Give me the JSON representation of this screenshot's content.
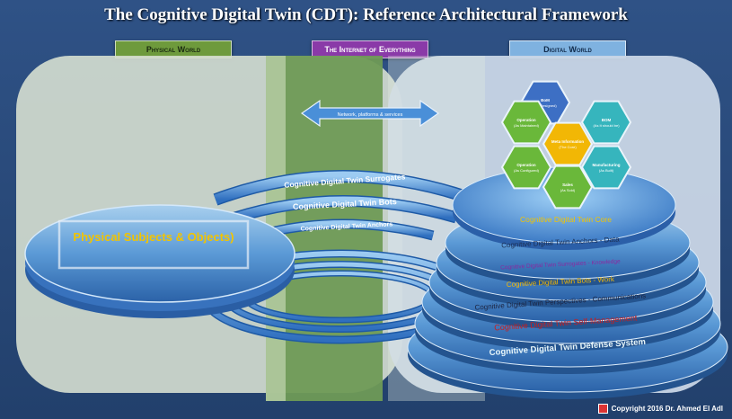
{
  "title": "The Cognitive Digital Twin (CDT): Reference Architectural Framework",
  "tabs": {
    "physical": "Physical World",
    "internet": "The Internet of Everything",
    "digital": "Digital World"
  },
  "colors": {
    "physical_tab": "#6e9a3c",
    "internet_tab": "#8a3aa8",
    "digital_tab": "#7fb2e0",
    "background": "#2b4a7a",
    "hex_blue": "#3d6fc4",
    "hex_teal": "#36b5bd",
    "hex_green": "#6ab83a",
    "hex_yellow": "#f2b705"
  },
  "network_label": "Network, platforms & services",
  "physical_subjects": "Physical Subjects & Objects)",
  "rings": {
    "surrogates": "Cognitive Digital Twin Surrogates",
    "bots": "Cognitive Digital Twin Bots",
    "anchors": "Cognitive Digital Twin Anchors"
  },
  "hexagons": {
    "top": {
      "title": "BoM",
      "sub": "(As Designed)"
    },
    "top_right": {
      "title": "BOM",
      "sub": "(As It should be)"
    },
    "right": {
      "title": "Manufacturing",
      "sub": "(As Built)"
    },
    "bottom": {
      "title": "Sales",
      "sub": "(As Sold)"
    },
    "left": {
      "title": "Operation",
      "sub": "(As Configured)"
    },
    "top_left": {
      "title": "Operation",
      "sub": "(As Maintained)"
    },
    "center": {
      "title": "Meta Information",
      "sub": "(The Core)"
    }
  },
  "layers": {
    "core": "Cognitive Digital Twin Core",
    "anchors_data": "Cognitive Digital Twin Anchors - Data",
    "surrogates_knowledge": "Cognitive Digital Twin Surrogates - Knowledge",
    "bots_work": "Cognitive Digital Twin Bots - Work",
    "perspectives": "Cognitive Digital Twin Perspectives - Communications",
    "self_management": "Cognitive Digital Twin Self-Management",
    "defense": "Cognitive Digital Twin Defense System"
  },
  "copyright": "Copyright 2016 Dr. Ahmed El Adl"
}
